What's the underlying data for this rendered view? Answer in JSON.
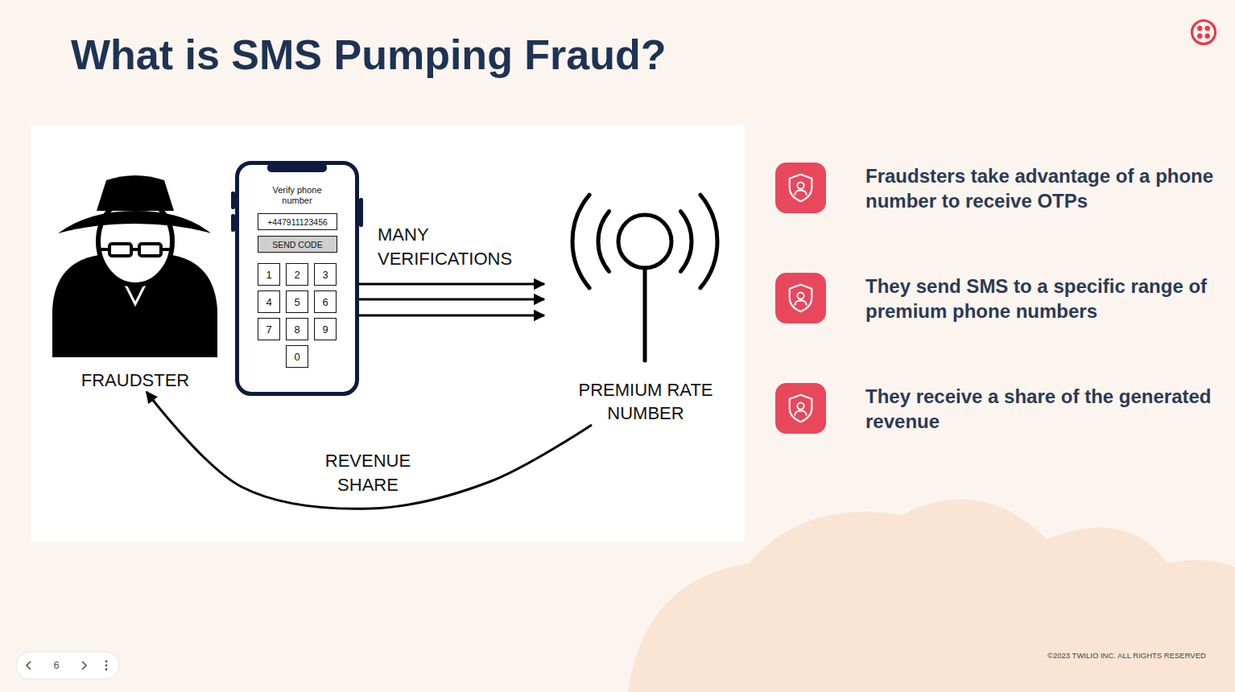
{
  "diagram": {
    "title": "What is SMS Pumping Fraud?",
    "nodes": [
      {
        "text": [
          "FRAUDSTER"
        ]
      },
      {
        "text": [
          "Verify phone number"
        ]
      },
      {
        "text": [
          "+447911123456"
        ],
        "in": 1
      },
      {
        "text": [
          "SEND CODE"
        ],
        "in": 1
      },
      {
        "text": [
          "1"
        ],
        "in": 1
      },
      {
        "text": [
          "2"
        ],
        "in": 1
      },
      {
        "text": [
          "3"
        ],
        "in": 1
      },
      {
        "text": [
          "4"
        ],
        "in": 1
      },
      {
        "text": [
          "5"
        ],
        "in": 1
      },
      {
        "text": [
          "6"
        ],
        "in": 1
      },
      {
        "text": [
          "7"
        ],
        "in": 1
      },
      {
        "text": [
          "8"
        ],
        "in": 1
      },
      {
        "text": [
          "9"
        ],
        "in": 1
      },
      {
        "text": [
          "0"
        ],
        "in": 1
      },
      {
        "text": [
          "PREMIUM RATE NUMBER"
        ]
      }
    ],
    "edges": [
      {
        "from": 1,
        "to": 14,
        "arrow": "to",
        "label": "MANY VERIFICATIONS"
      },
      {
        "from": 1,
        "to": 14,
        "arrow": "to"
      },
      {
        "from": 1,
        "to": 14,
        "arrow": "to"
      },
      {
        "from": 14,
        "to": 0,
        "arrow": "to",
        "label": "REVENUE SHARE"
      }
    ],
    "labels": [
      "Fraudsters take advantage of a phone number to receive OTPs",
      "They send SMS to a specific range of premium phone numbers",
      "They receive a share of the generated revenue",
      "6",
      "©2023 TWILIO INC. ALL RIGHTS RESERVED"
    ]
  }
}
